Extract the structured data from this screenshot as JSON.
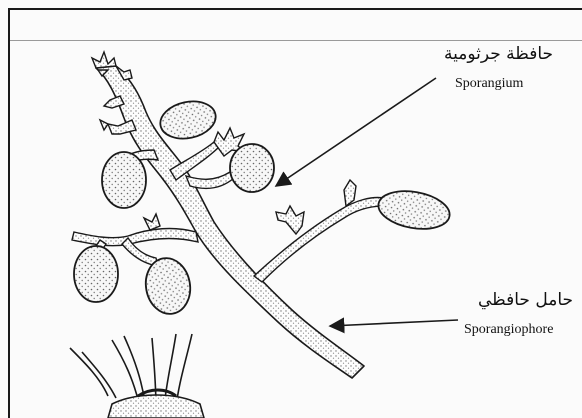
{
  "labels": {
    "sporangium_ar": "حافظة جرثومية",
    "sporangium_en": "Sporangium",
    "sporangiophore_ar": "حامل حافظي",
    "sporangiophore_en": "Sporangiophore"
  },
  "colors": {
    "ink": "#1a1a1a",
    "stipple": "#7a7a7a",
    "paper": "#fbfbfb"
  }
}
